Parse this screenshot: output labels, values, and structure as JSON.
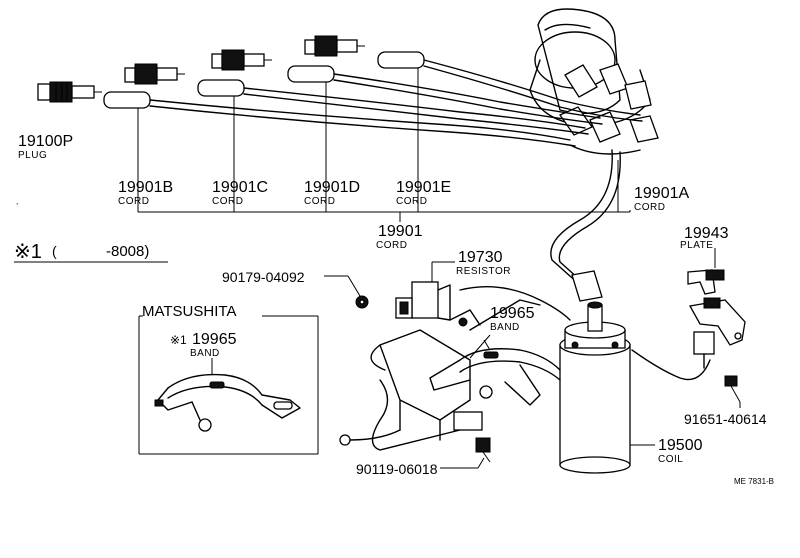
{
  "labels": {
    "plug": {
      "number": "19100P",
      "name": "PLUG"
    },
    "cord_b": {
      "number": "19901B",
      "name": "CORD"
    },
    "cord_c": {
      "number": "19901C",
      "name": "CORD"
    },
    "cord_d": {
      "number": "19901D",
      "name": "CORD"
    },
    "cord_e": {
      "number": "19901E",
      "name": "CORD"
    },
    "cord_a": {
      "number": "19901A",
      "name": "CORD"
    },
    "cord_set": {
      "number": "19901",
      "name": "CORD"
    },
    "plate": {
      "number": "19943",
      "name": "PLATE"
    },
    "resistor": {
      "number": "19730",
      "name": "RESISTOR"
    },
    "band": {
      "number": "19965",
      "name": "BAND"
    },
    "coil": {
      "number": "19500",
      "name": "COIL"
    },
    "bolt_a": {
      "number": "90179-04092"
    },
    "bolt_b": {
      "number": "90119-06018"
    },
    "screw": {
      "number": "91651-40614"
    }
  },
  "footnote": {
    "mark": "※1",
    "open": "(",
    "range": "-8008)"
  },
  "inset": {
    "title": "MATSUSHITA",
    "mark": "※1",
    "number": "19965",
    "name": "BAND"
  },
  "drawing_code": "ME 7831-B"
}
